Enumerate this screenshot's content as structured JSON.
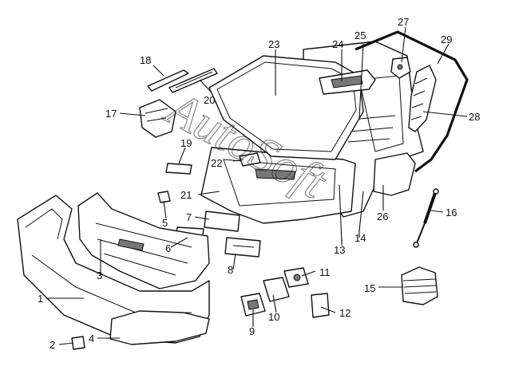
{
  "watermark": "AutoSoft",
  "callouts": {
    "c1": "1",
    "c2": "2",
    "c3": "3",
    "c4": "4",
    "c5": "5",
    "c6": "6",
    "c7": "7",
    "c8": "8",
    "c9": "9",
    "c10": "10",
    "c11": "11",
    "c12": "12",
    "c13": "13",
    "c14": "14",
    "c15": "15",
    "c16": "16",
    "c17": "17",
    "c18": "18",
    "c19": "19",
    "c20": "20",
    "c21": "21",
    "c22": "22",
    "c23": "23",
    "c24": "24",
    "c25": "25",
    "c26": "26",
    "c27": "27",
    "c28": "28",
    "c29": "29"
  }
}
